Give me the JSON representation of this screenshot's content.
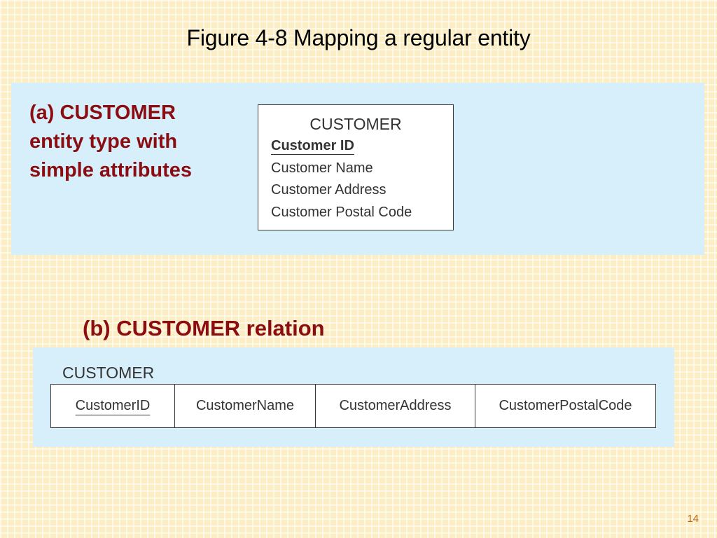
{
  "slide": {
    "title": "Figure 4-8 Mapping a regular entity",
    "page_number": "14"
  },
  "part_a": {
    "caption": "(a) CUSTOMER entity type with simple attributes",
    "entity": {
      "name": "CUSTOMER",
      "attributes": [
        {
          "label": "Customer ID",
          "is_key": true
        },
        {
          "label": "Customer Name",
          "is_key": false
        },
        {
          "label": "Customer Address",
          "is_key": false
        },
        {
          "label": "Customer Postal Code",
          "is_key": false
        }
      ]
    }
  },
  "part_b": {
    "caption": "(b) CUSTOMER relation",
    "relation": {
      "name": "CUSTOMER",
      "columns": [
        {
          "label": "CustomerID",
          "is_key": true
        },
        {
          "label": "CustomerName",
          "is_key": false
        },
        {
          "label": "CustomerAddress",
          "is_key": false
        },
        {
          "label": "CustomerPostalCode",
          "is_key": false
        }
      ]
    }
  }
}
